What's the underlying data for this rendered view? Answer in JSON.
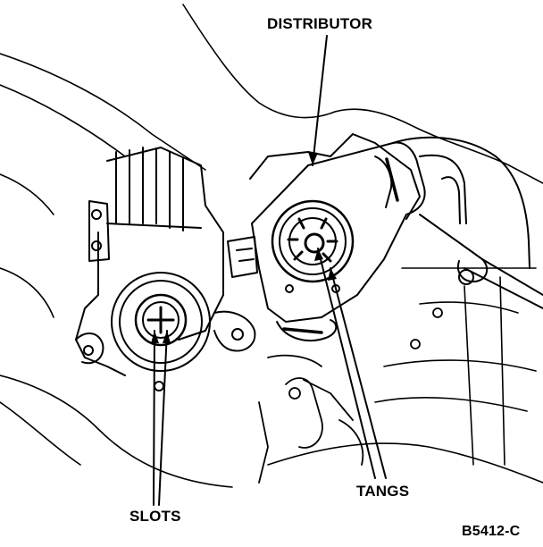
{
  "labels": {
    "distributor": "DISTRIBUTOR",
    "tangs": "TANGS",
    "slots": "SLOTS",
    "figure_id": "B5412-C"
  },
  "colors": {
    "ink": "#000000",
    "paper": "#ffffff"
  }
}
